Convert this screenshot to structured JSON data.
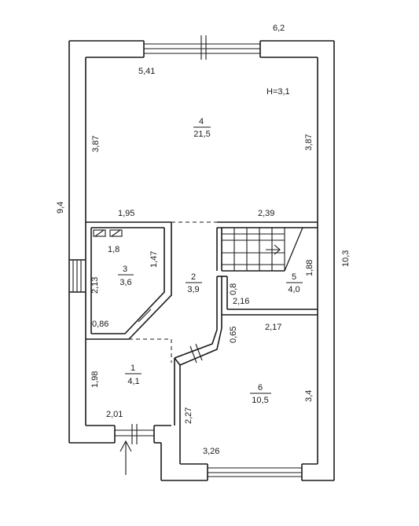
{
  "rooms": [
    {
      "number": "4",
      "area": "21,5"
    },
    {
      "number": "3",
      "area": "3,6"
    },
    {
      "number": "2",
      "area": "3,9"
    },
    {
      "number": "5",
      "area": "4,0"
    },
    {
      "number": "1",
      "area": "4,1"
    },
    {
      "number": "6",
      "area": "10,5"
    }
  ],
  "height_label": "H=3,1",
  "dimensions": {
    "top_width": "6,2",
    "left_height": "9,4",
    "right_height": "10,3",
    "r4_top": "5,41",
    "r4_left": "3,87",
    "r4_right": "3,87",
    "corr_left": "1,95",
    "corr_right": "2,39",
    "r3_top": "1,8",
    "r3_diag": "1,47",
    "r3_left": "2,13",
    "r3_bottom": "0,86",
    "r5_right": "1,88",
    "r5_wall": "0,8",
    "r5_bottom": "2,16",
    "r6_top": "2,17",
    "r6_wall": "0,65",
    "r1_left": "1,98",
    "r1_bottom": "2,01",
    "r6_left": "2,27",
    "r6_right": "3,4",
    "r6_bottom": "3,26"
  }
}
